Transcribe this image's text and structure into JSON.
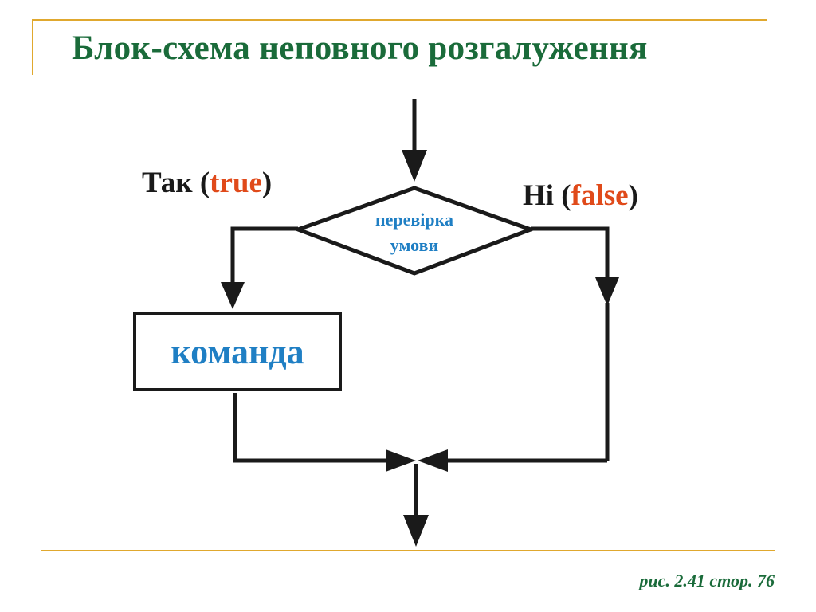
{
  "slide": {
    "title": "Блок-схема неповного розгалуження",
    "caption": "рис. 2.41 стор. 76"
  },
  "diagram": {
    "true_label_prefix": "Так (",
    "true_label_keyword": "true",
    "true_label_suffix": ")",
    "false_label_prefix": "Ні (",
    "false_label_keyword": "false",
    "false_label_suffix": ")",
    "condition_line1": "перевірка",
    "condition_line2": "умови",
    "command_label": "команда"
  },
  "colors": {
    "title": "#1a6b3a",
    "accent_rule": "#e0a82e",
    "keyword": "#e04a1a",
    "block_text": "#1f7fc4",
    "lines": "#1a1a1a"
  }
}
